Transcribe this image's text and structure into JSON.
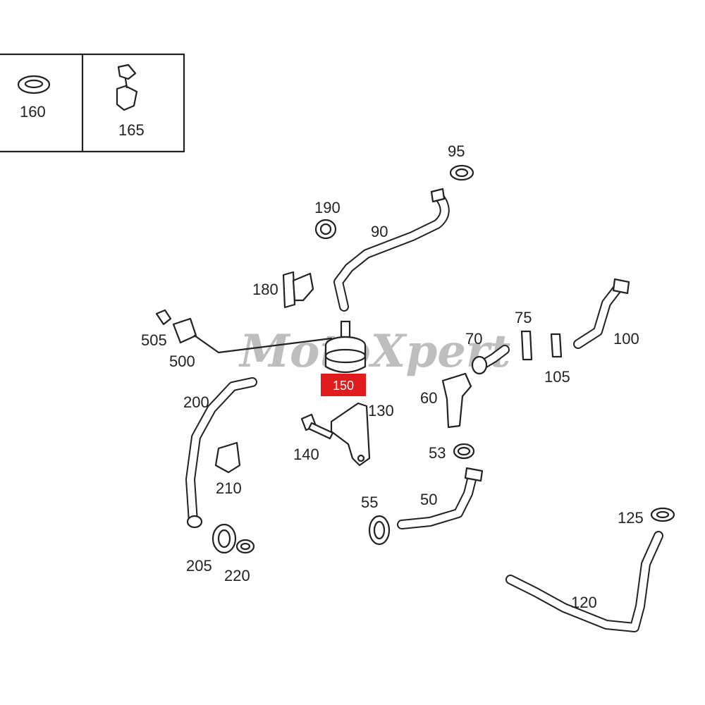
{
  "watermark": "MotoXpert",
  "highlight": {
    "label": "150",
    "color": "#e01b1b"
  },
  "legend_box": {
    "items": [
      {
        "label": "160",
        "icon": "seal-ring-icon"
      },
      {
        "label": "165",
        "icon": "clip-icon"
      }
    ]
  },
  "parts": {
    "p95": "95",
    "p190": "190",
    "p90": "90",
    "p180": "180",
    "p505": "505",
    "p500": "500",
    "p75": "75",
    "p70": "70",
    "p100": "100",
    "p105": "105",
    "p200": "200",
    "p60": "60",
    "p130": "130",
    "p140": "140",
    "p53": "53",
    "p210": "210",
    "p55": "55",
    "p50": "50",
    "p125": "125",
    "p205": "205",
    "p220": "220",
    "p120": "120"
  }
}
